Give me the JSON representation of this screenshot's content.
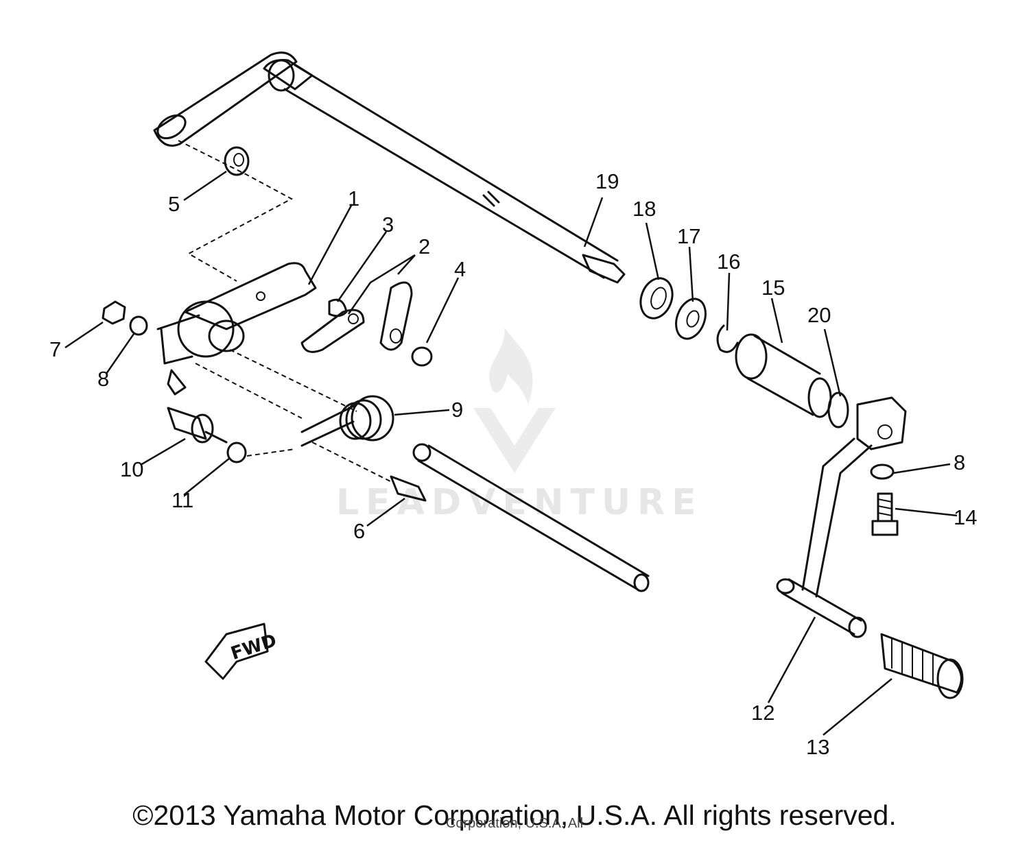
{
  "watermark": {
    "brand": "LEADVENTURE"
  },
  "fwd_label": "FWD",
  "callouts": {
    "c1": "1",
    "c2": "2",
    "c3": "3",
    "c4": "4",
    "c5": "5",
    "c6": "6",
    "c7": "7",
    "c8a": "8",
    "c8b": "8",
    "c9": "9",
    "c10": "10",
    "c11": "11",
    "c12": "12",
    "c13": "13",
    "c14": "14",
    "c15": "15",
    "c16": "16",
    "c17": "17",
    "c18": "18",
    "c19": "19",
    "c20": "20"
  },
  "footer": {
    "copyright": "©2013 Yamaha Motor Corporation, U.S.A. All rights reserved.",
    "overlap_text": "Corporation, U.S.A. All"
  }
}
